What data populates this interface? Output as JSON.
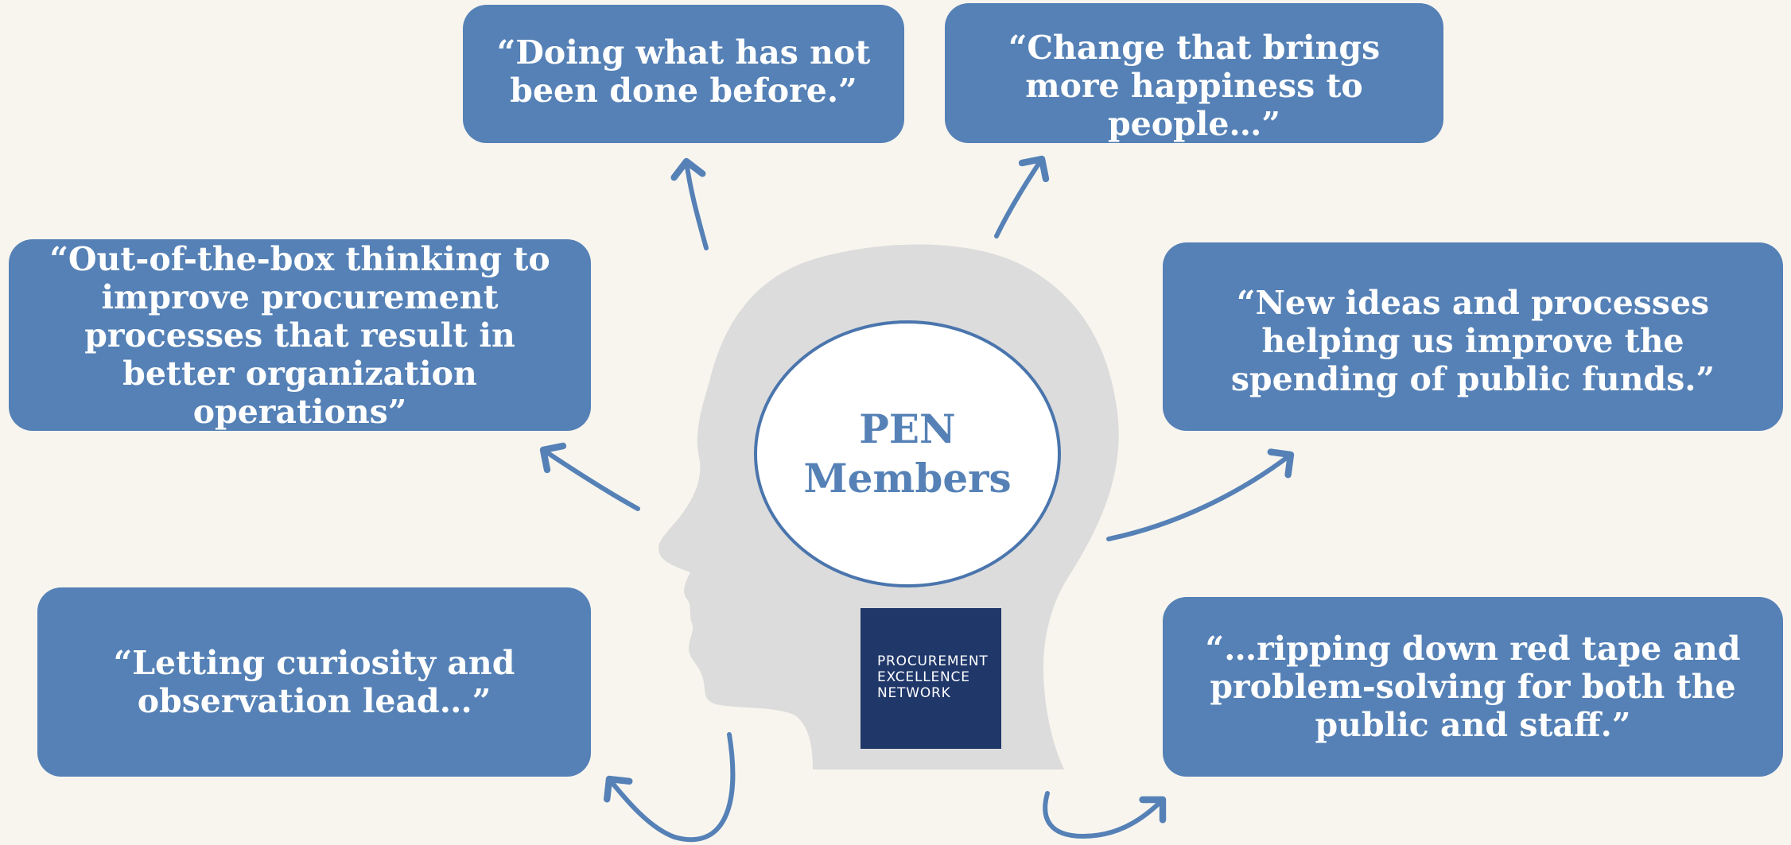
{
  "center": {
    "line1": "PEN",
    "line2": "Members"
  },
  "logo": {
    "line1": "PROCUREMENT",
    "line2": "EXCELLENCE",
    "line3": "NETWORK"
  },
  "quotes": {
    "top_left": "“Doing what has not been done before.”",
    "top_right": "“Change that brings more happiness to people…”",
    "middle_left": "“Out-of-the-box thinking to improve procurement processes that result in better organization operations”",
    "middle_right": "“New ideas and processes helping us improve the spending of public funds.”",
    "bottom_left": "“Letting curiosity and observation lead…”",
    "bottom_right": "“…ripping down red tape and problem-solving for both the public and staff.”"
  },
  "colors": {
    "background": "#f8f5ef",
    "box_fill": "#5581b6",
    "head_silhouette": "#dcdcdc",
    "ellipse_stroke": "#4a75ad",
    "logo_fill": "#1f3769",
    "arrow": "#5581b6"
  }
}
